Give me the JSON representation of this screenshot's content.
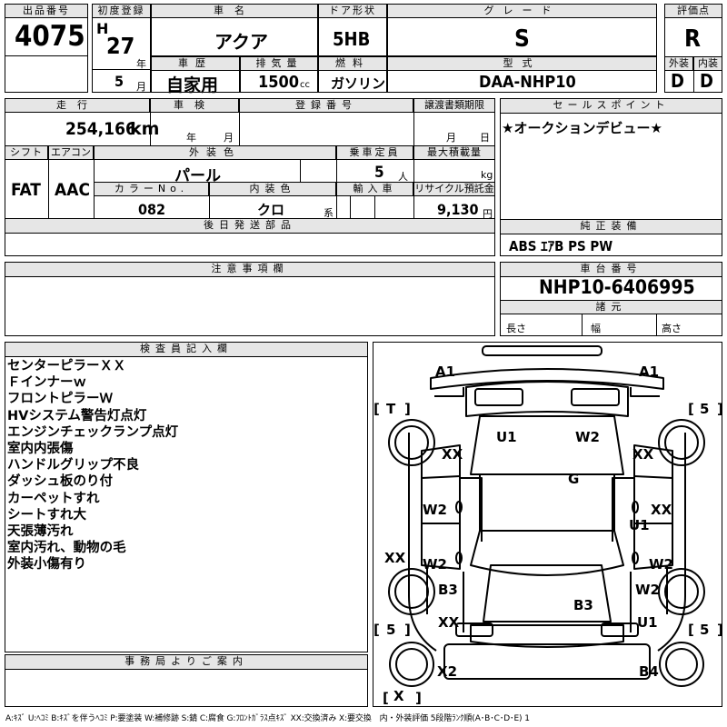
{
  "header": {
    "lot_label": "出品番号",
    "lot_value": "4075",
    "first_reg_label": "初度登録",
    "era": "H",
    "year": "27",
    "year_unit": "年",
    "month": "5",
    "month_unit": "月",
    "name_label": "車名",
    "name_value": "アクア",
    "door_label": "ドア形状",
    "door_value": "5HB",
    "grade_label": "グレード",
    "grade_value": "S",
    "score_label": "評価点",
    "score_value": "R",
    "history_label": "車歴",
    "history_value": "自家用",
    "displacement_label": "排気量",
    "displacement_value": "1500",
    "displacement_unit": "cc",
    "fuel_label": "燃料",
    "fuel_value": "ガソリン",
    "model_label": "型式",
    "model_value": "DAA-NHP10",
    "exterior_label": "外装",
    "exterior_value": "D",
    "interior_label": "内装",
    "interior_value": "D"
  },
  "details": {
    "mileage_label": "走行",
    "mileage_value": "254,166",
    "mileage_unit": "km",
    "inspection_label": "車検",
    "inspection_year_unit": "年",
    "inspection_month_unit": "月",
    "reg_no_label": "登録番号",
    "transfer_label": "譲渡書類期限",
    "transfer_month_unit": "月",
    "transfer_day_unit": "日",
    "shift_label": "シフト",
    "shift_value": "FAT",
    "aircon_label": "エアコン",
    "aircon_value": "AAC",
    "ext_color_label": "外装色",
    "ext_color_value": "パール",
    "capacity_label": "乗車定員",
    "capacity_value": "5",
    "capacity_unit": "人",
    "max_load_label": "最大積載量",
    "max_load_unit": "kg",
    "color_no_label": "カラーNo.",
    "color_no_value": "082",
    "int_color_label": "内装色",
    "int_color_value": "クロ",
    "int_color_unit": "系",
    "import_label": "輸入車",
    "recycle_label": "リサイクル預託金",
    "recycle_value": "9,130",
    "recycle_unit": "円",
    "later_parts_label": "後日発送部品"
  },
  "sales_point": {
    "label": "セールスポイント",
    "text": "★オークションデビュー★"
  },
  "equipment": {
    "label": "純正装備",
    "text": "ABS ｴｱB PS PW"
  },
  "chassis": {
    "label": "車台番号",
    "value": "NHP10-6406995",
    "spec_label": "諸元",
    "length_label": "長さ",
    "width_label": "幅",
    "height_label": "高さ"
  },
  "notes": {
    "label": "注意事項欄"
  },
  "inspector": {
    "label": "検査員記入欄",
    "lines": [
      "センターピラーＸＸ",
      "Ｆインナーｗ",
      "フロントピラーＷ",
      "HVシステム警告灯点灯",
      "エンジンチェックランプ点灯",
      "室内内張傷",
      "ハンドルグリップ不良",
      "ダッシュ板のり付",
      "カーペットすれ",
      "シートすれ大",
      "天張薄汚れ",
      "室内汚れ、動物の毛",
      "外装小傷有り"
    ]
  },
  "office": {
    "label": "事務局よりご案内"
  },
  "diagram": {
    "marks": [
      "A1",
      "A1",
      "U1",
      "W2",
      "XX",
      "XX",
      "G",
      "W2",
      "XX",
      "U1",
      "XX",
      "W2",
      "W2",
      "B3",
      "W2",
      "B3",
      "XX",
      "U1",
      "X2",
      "B4"
    ],
    "bracket_labels": [
      "T",
      "5",
      "5",
      "5",
      "X"
    ]
  },
  "legend": "A:ｷｽﾞ U:ﾍｺﾐ B:ｷｽﾞを伴うﾍｺﾐ P:要塗装 W:補修跡 S:錆 C:腐食 G:ﾌﾛﾝﾄｶﾞﾗｽ点ｷｽﾞ XX:交換済み X:要交換　内・外装評価 5段階ﾗﾝｸ順(A･B･C･D･E) 1"
}
